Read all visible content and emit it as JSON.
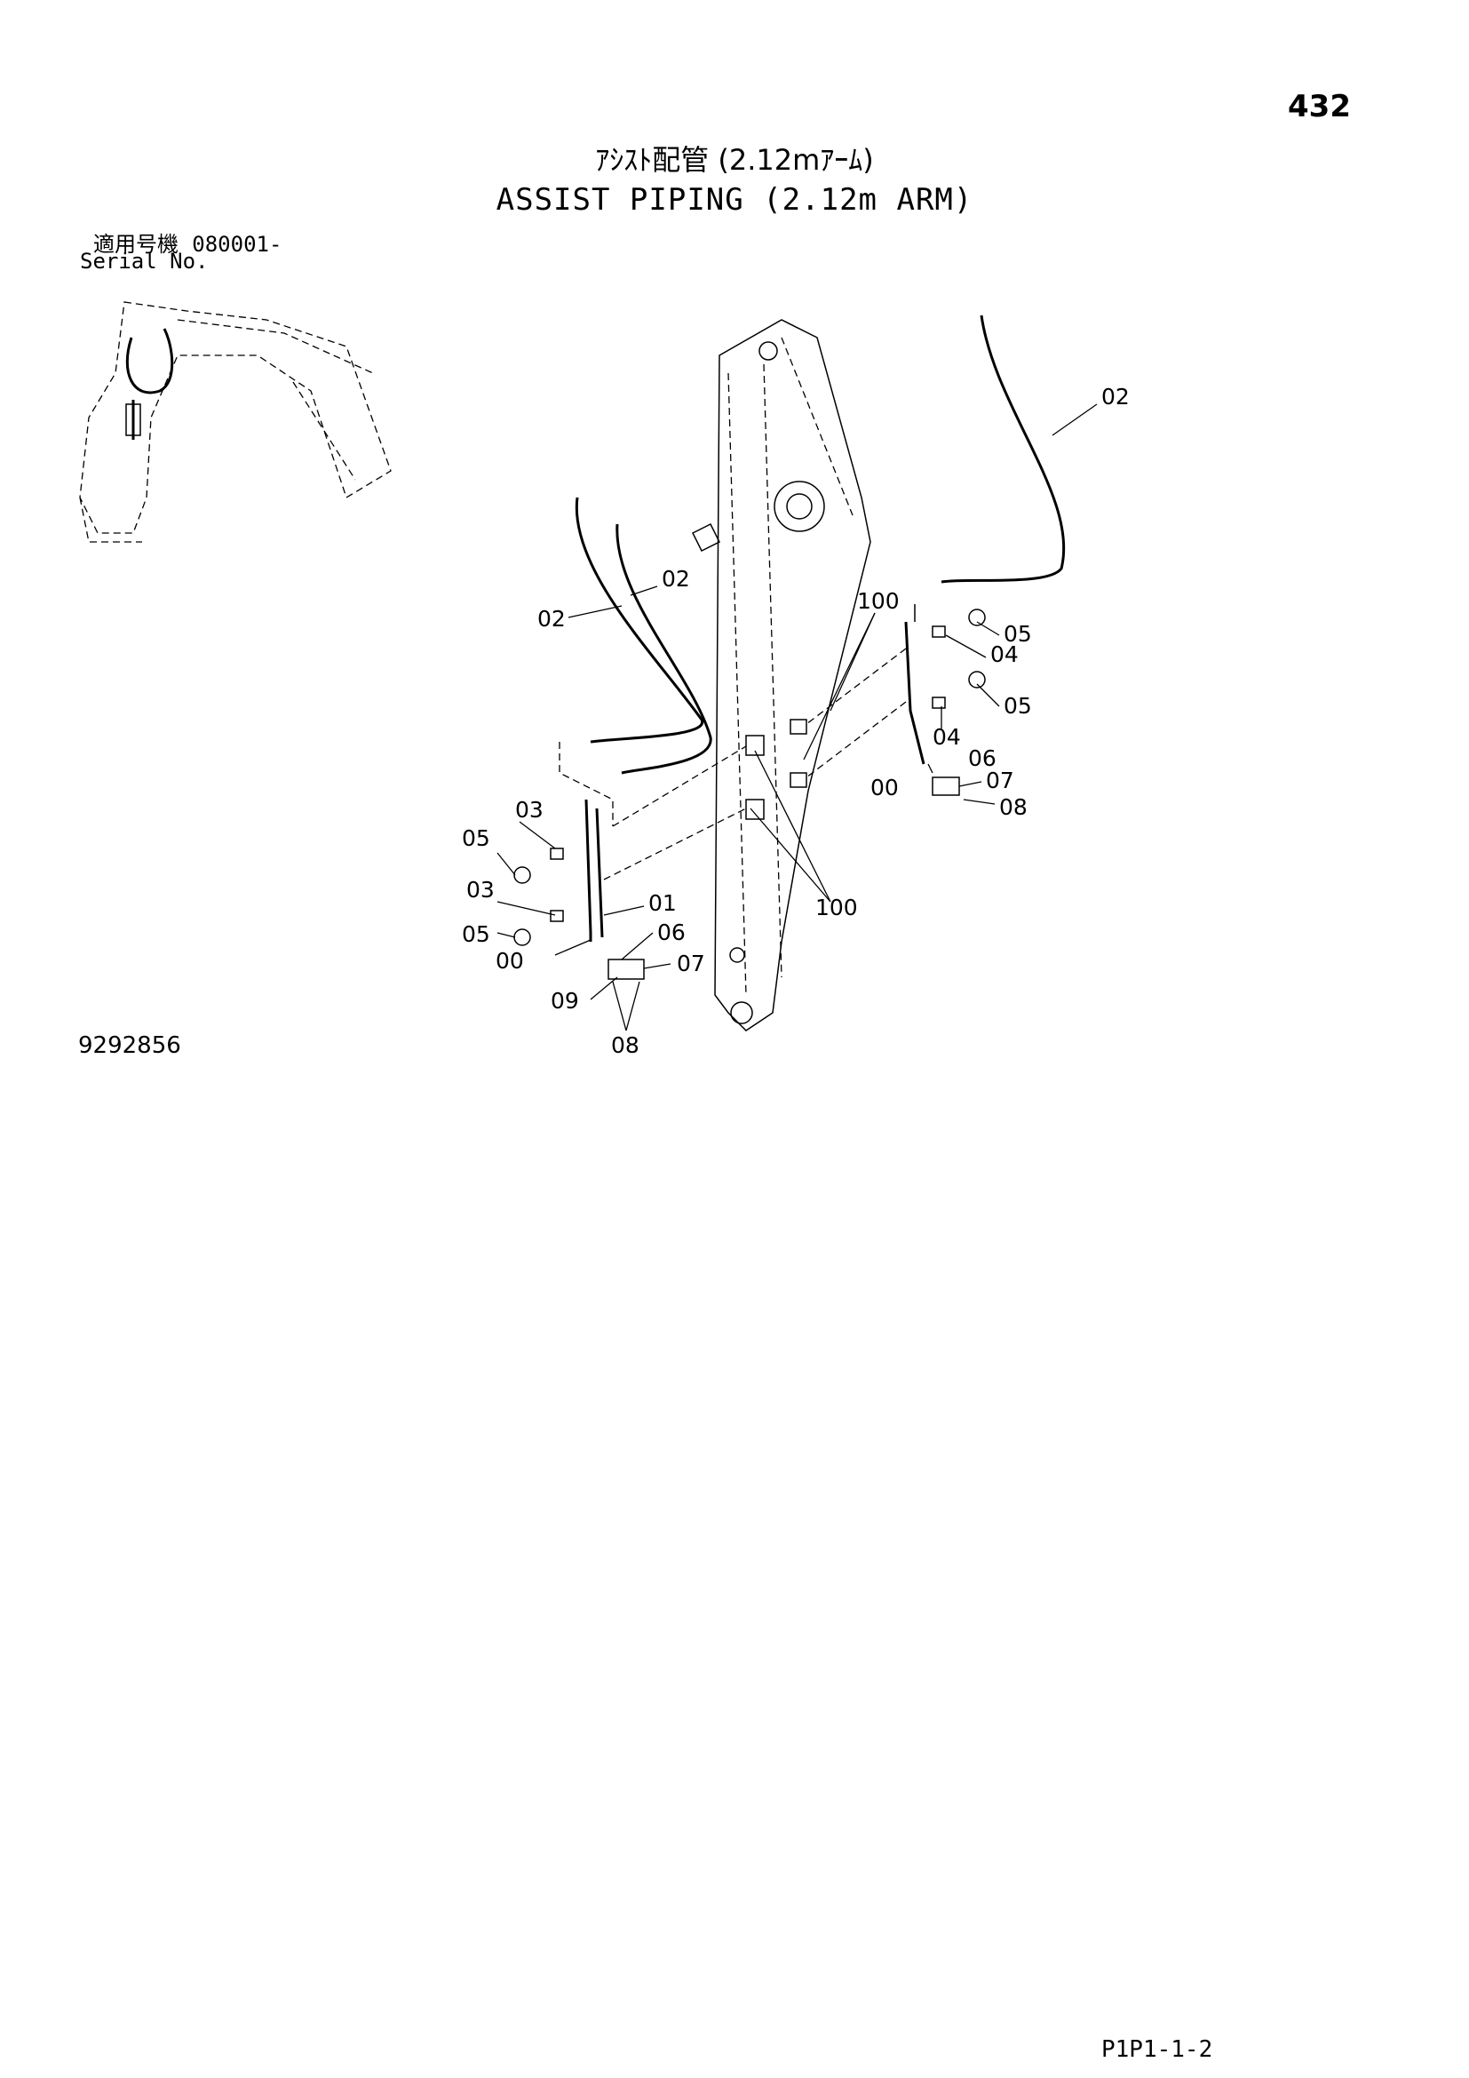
{
  "page_number": "432",
  "title_ja": "ｱｼｽﾄ配管 (2.12mｱｰﾑ)",
  "title_en": "ASSIST PIPING (2.12m ARM)",
  "serial_label_ja": "適用号機",
  "serial_value": "080001-",
  "serial_label_en": "Serial No.",
  "figure_number": "9292856",
  "page_code": "P1P1-1-2",
  "callouts": [
    "02",
    "02",
    "02",
    "100",
    "05",
    "04",
    "05",
    "04",
    "06",
    "00",
    "07",
    "08",
    "03",
    "05",
    "03",
    "05",
    "01",
    "00",
    "06",
    "07",
    "09",
    "08",
    "100"
  ]
}
